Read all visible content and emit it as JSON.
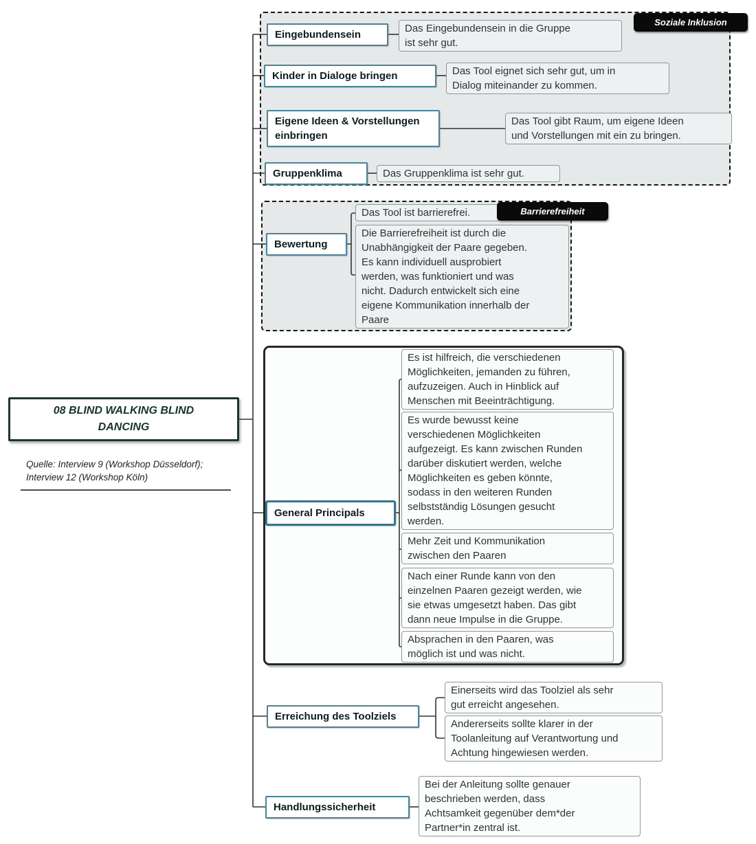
{
  "root": {
    "title": "08 BLIND WALKING BLIND\nDANCING",
    "source": "Quelle: Interview 9 (Workshop Düsseldorf);\nInterview 12 (Workshop Köln)"
  },
  "badges": {
    "soziale_inklusion": "Soziale Inklusion",
    "barrierefreiheit": "Barrierefreiheit"
  },
  "soziale_inklusion": {
    "rows": [
      {
        "label": "Eingebundensein",
        "desc": "Das Eingebundensein in die Gruppe\nist sehr gut."
      },
      {
        "label": "Kinder in Dialoge bringen",
        "desc": "Das Tool eignet sich sehr gut, um in\nDialog miteinander zu kommen."
      },
      {
        "label": "Eigene Ideen & Vorstellungen\neinbringen",
        "desc": "Das Tool gibt Raum, um eigene Ideen\nund Vorstellungen mit ein zu bringen."
      },
      {
        "label": "Gruppenklima",
        "desc": "Das Gruppenklima ist sehr gut."
      }
    ]
  },
  "barrierefreiheit": {
    "label": "Bewertung",
    "descs": [
      "Das Tool ist barrierefrei.",
      "Die Barrierefreiheit ist durch die\nUnabhängigkeit der Paare gegeben.\nEs kann individuell ausprobiert\nwerden, was funktioniert und was\nnicht. Dadurch entwickelt sich eine\neigene Kommunikation innerhalb der\nPaare"
    ]
  },
  "general_principals": {
    "label": "General Principals",
    "descs": [
      "Es ist hilfreich, die verschiedenen\nMöglichkeiten, jemanden zu führen,\naufzuzeigen. Auch in Hinblick auf\nMenschen mit Beeinträchtigung.",
      "Es wurde bewusst keine\nverschiedenen Möglichkeiten\naufgezeigt. Es kann zwischen Runden\ndarüber diskutiert werden, welche\nMöglichkeiten es geben könnte,\nsodass in den weiteren Runden\nselbstständig Lösungen gesucht\nwerden.",
      "Mehr Zeit und Kommunikation\nzwischen den Paaren",
      "Nach einer Runde kann von den\neinzelnen Paaren gezeigt werden, wie\nsie etwas umgesetzt haben. Das gibt\ndann neue Impulse in die Gruppe.",
      "Absprachen in den Paaren, was\nmöglich ist und was nicht."
    ]
  },
  "toolziel": {
    "label": "Erreichung des Toolziels",
    "descs": [
      "Einerseits wird das Toolziel als sehr\ngut erreicht angesehen.",
      "Andererseits sollte klarer in der\nToolanleitung auf Verantwortung und\nAchtung hingewiesen werden."
    ]
  },
  "handlungssicherheit": {
    "label": "Handlungssicherheit",
    "desc": "Bei der Anleitung sollte genauer\nbeschrieben werden, dass\nAchtsamkeit gegenüber dem*der\nPartner*in zentral ist."
  },
  "colors": {
    "accent_teal": "#4d8294",
    "badge_black": "#0a0a0a",
    "section_gray": "#e6e9e9",
    "line_black": "#161616"
  }
}
